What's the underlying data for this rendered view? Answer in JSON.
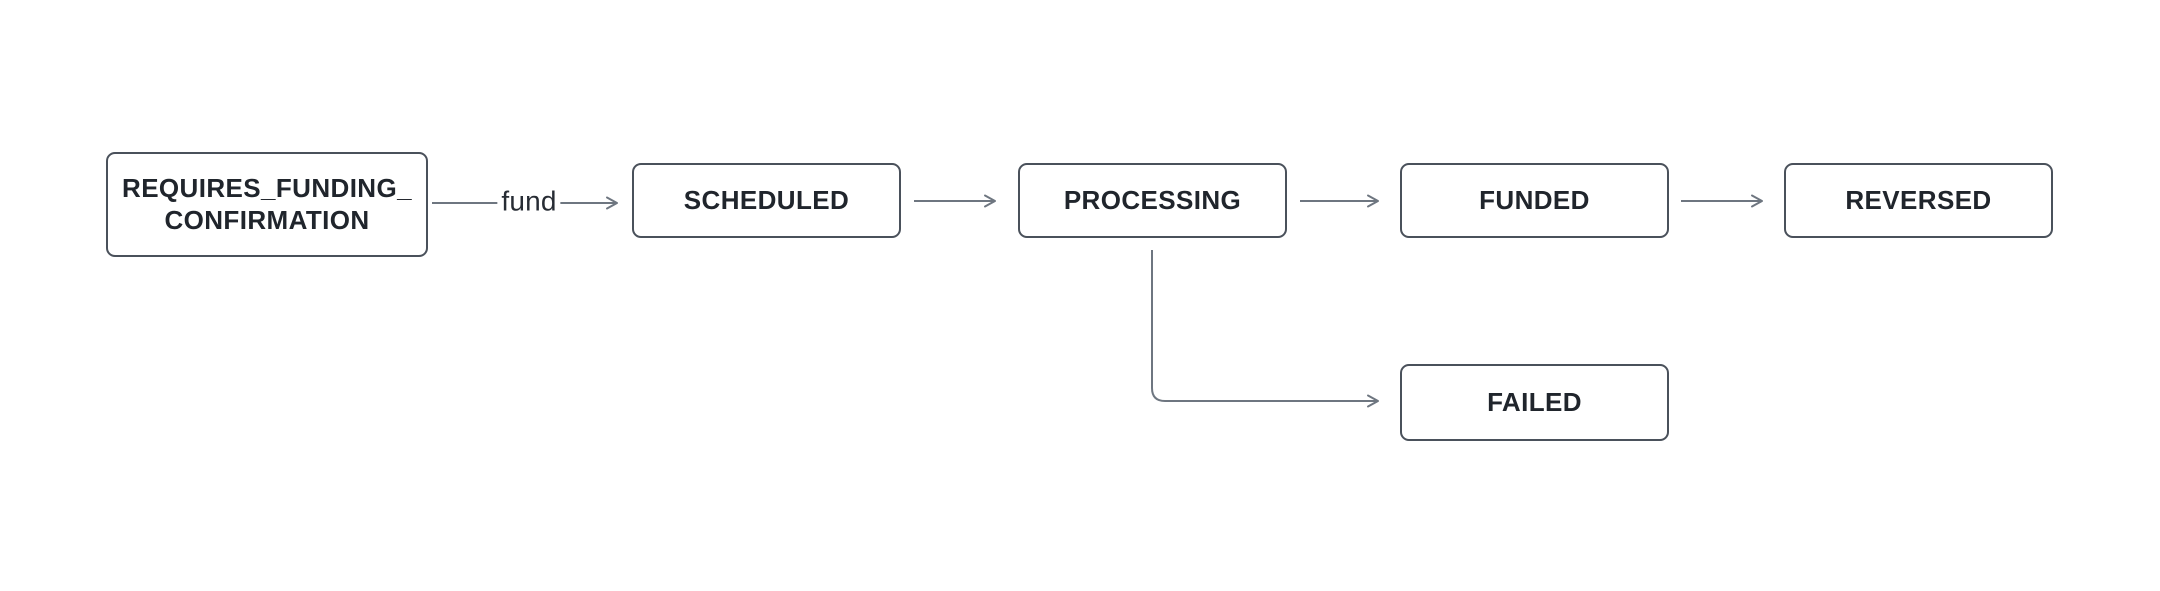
{
  "diagram": {
    "background_color": "#ffffff",
    "colors": {
      "node_border": "#4a515b",
      "node_fill": "#ffffff",
      "node_text": "#20252c",
      "edge_line": "#6e7680",
      "edge_label_text": "#272c34"
    },
    "nodes": [
      {
        "id": "requires_funding_confirmation",
        "label": "REQUIRES_FUNDING_\nCONFIRMATION"
      },
      {
        "id": "scheduled",
        "label": "SCHEDULED"
      },
      {
        "id": "processing",
        "label": "PROCESSING"
      },
      {
        "id": "funded",
        "label": "FUNDED"
      },
      {
        "id": "reversed",
        "label": "REVERSED"
      },
      {
        "id": "failed",
        "label": "FAILED"
      }
    ],
    "edges": [
      {
        "from": "requires_funding_confirmation",
        "to": "scheduled",
        "label": "fund"
      },
      {
        "from": "scheduled",
        "to": "processing",
        "label": ""
      },
      {
        "from": "processing",
        "to": "funded",
        "label": ""
      },
      {
        "from": "funded",
        "to": "reversed",
        "label": ""
      },
      {
        "from": "processing",
        "to": "failed",
        "label": ""
      }
    ]
  }
}
